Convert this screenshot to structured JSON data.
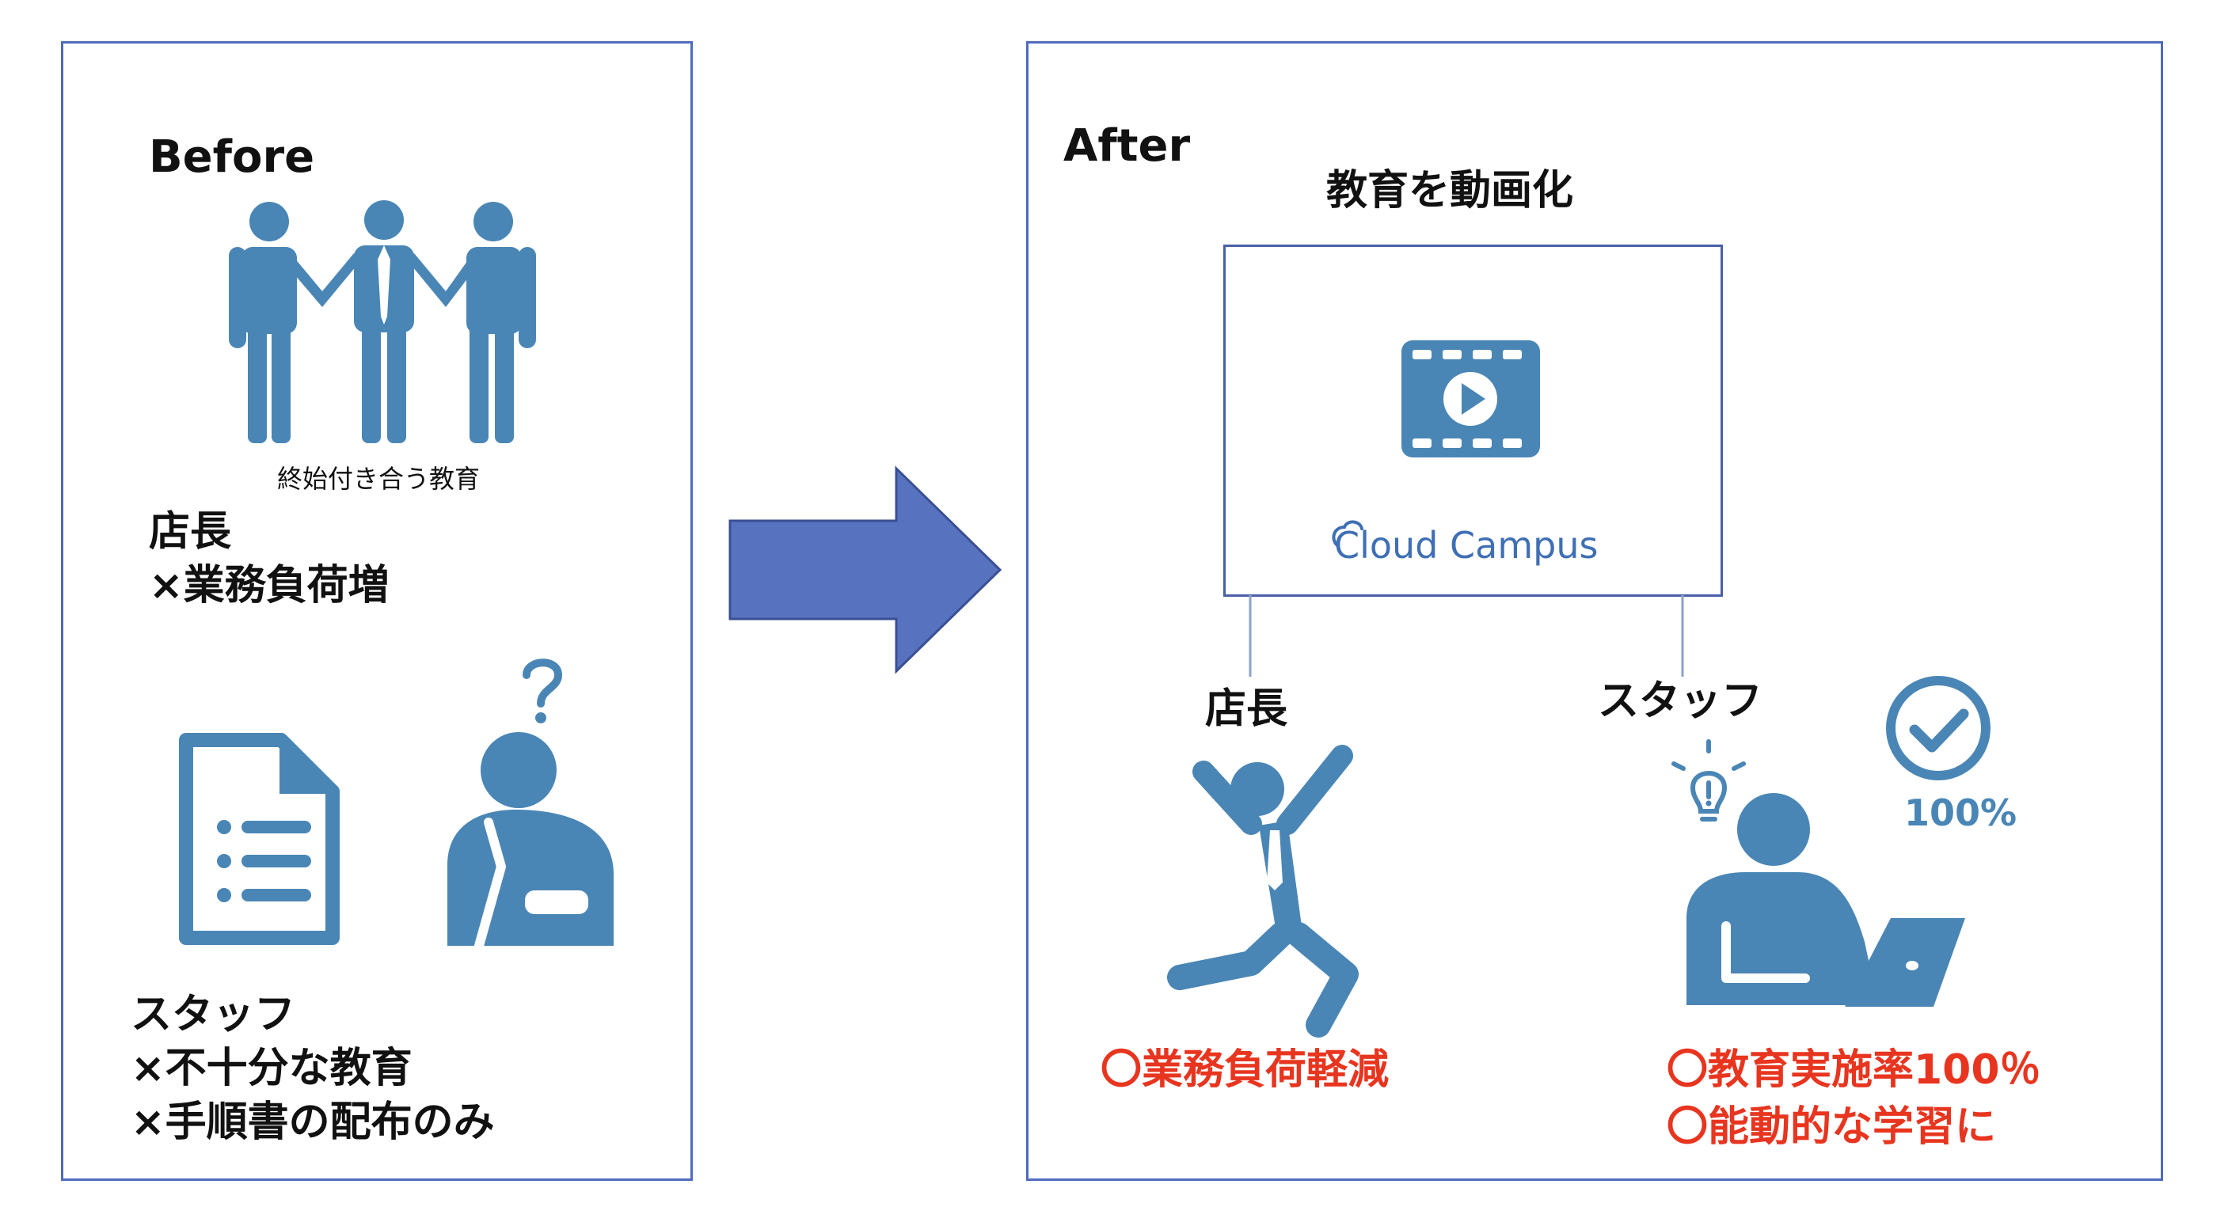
{
  "before": {
    "title": "Before",
    "people_caption": "終始付き合う教育",
    "manager_title": "店長",
    "manager_issue": "×業務負荷増",
    "staff_title": "スタッフ",
    "staff_issue_1": "×不十分な教育",
    "staff_issue_2": "×手順書の配布のみ"
  },
  "after": {
    "title": "After",
    "video_heading": "教育を動画化",
    "brand": "Cloud Campus",
    "manager_title": "店長",
    "staff_title": "スタッフ",
    "manager_benefit": "〇業務負荷軽減",
    "staff_benefit_1": "〇教育実施率100％",
    "staff_benefit_2": "〇能動的な学習に",
    "completion_badge": "100%"
  },
  "colors": {
    "icon_blue": "#4a86b5",
    "arrow_blue": "#5773c0",
    "panel_border": "#4f6bbf",
    "benefit_red": "#e8351f"
  },
  "icons": [
    "group-people-icon",
    "document-list-icon",
    "confused-person-icon",
    "arrow-right-icon",
    "video-play-icon",
    "cloud-icon",
    "jumping-person-icon",
    "lightbulb-icon",
    "checkmark-circle-icon",
    "person-laptop-icon"
  ]
}
